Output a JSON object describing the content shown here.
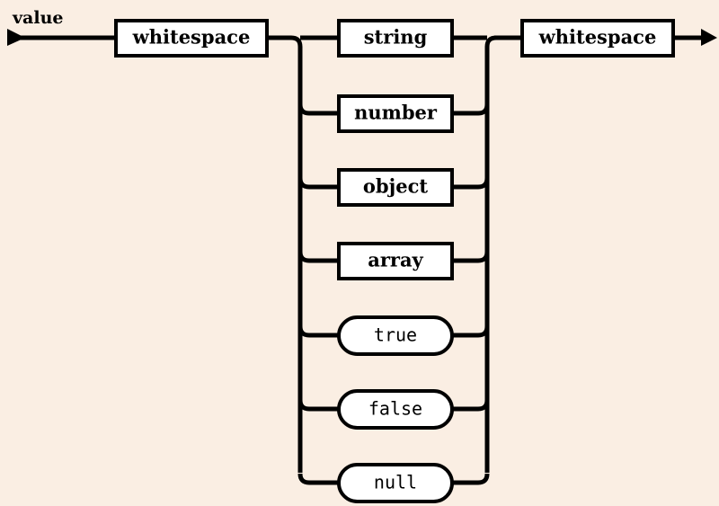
{
  "diagram": {
    "title": "value",
    "type": "railroad-syntax-diagram",
    "background_color": "#faeee3",
    "line_color": "#000000",
    "box_fill_color": "#ffffff",
    "entry_marker": "arrow-right",
    "exit_marker": "arrow-right",
    "prefix": {
      "label": "whitespace",
      "kind": "nonterminal"
    },
    "suffix": {
      "label": "whitespace",
      "kind": "nonterminal"
    },
    "alternatives": [
      {
        "label": "string",
        "kind": "nonterminal"
      },
      {
        "label": "number",
        "kind": "nonterminal"
      },
      {
        "label": "object",
        "kind": "nonterminal"
      },
      {
        "label": "array",
        "kind": "nonterminal"
      },
      {
        "label": "true",
        "kind": "terminal"
      },
      {
        "label": "false",
        "kind": "terminal"
      },
      {
        "label": "null",
        "kind": "terminal"
      }
    ]
  }
}
